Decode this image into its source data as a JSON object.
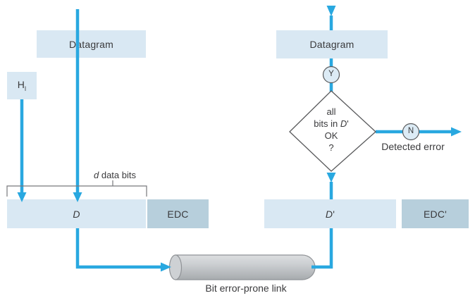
{
  "sender": {
    "datagram_label": "Datagram",
    "header_box": {
      "main": "H",
      "sub": "l"
    },
    "bracket_label": {
      "italic_var": "d",
      "rest": " data bits"
    },
    "d_box": {
      "var": "D"
    },
    "edc_box_label": "EDC"
  },
  "receiver": {
    "datagram_label": "Datagram",
    "yes_badge": "Y",
    "no_badge": "N",
    "decision": {
      "line1": "all",
      "line2_prefix": "bits in ",
      "line2_var": "D",
      "line2_prime": "'",
      "line3": "OK",
      "line4": "?"
    },
    "detected_error_label": "Detected error",
    "d_box": {
      "var": "D",
      "prime": "'"
    },
    "edc_box_label": "EDC'"
  },
  "link": {
    "label": "Bit error-prone link"
  },
  "colors": {
    "arrow_blue": "#29a8e0",
    "box_light_blue": "#d9e8f3",
    "box_gray_blue": "#b7cfdc",
    "outline_gray": "#58595b",
    "cylinder_gray": "#c6cacd",
    "text": "#3a3a3c"
  }
}
